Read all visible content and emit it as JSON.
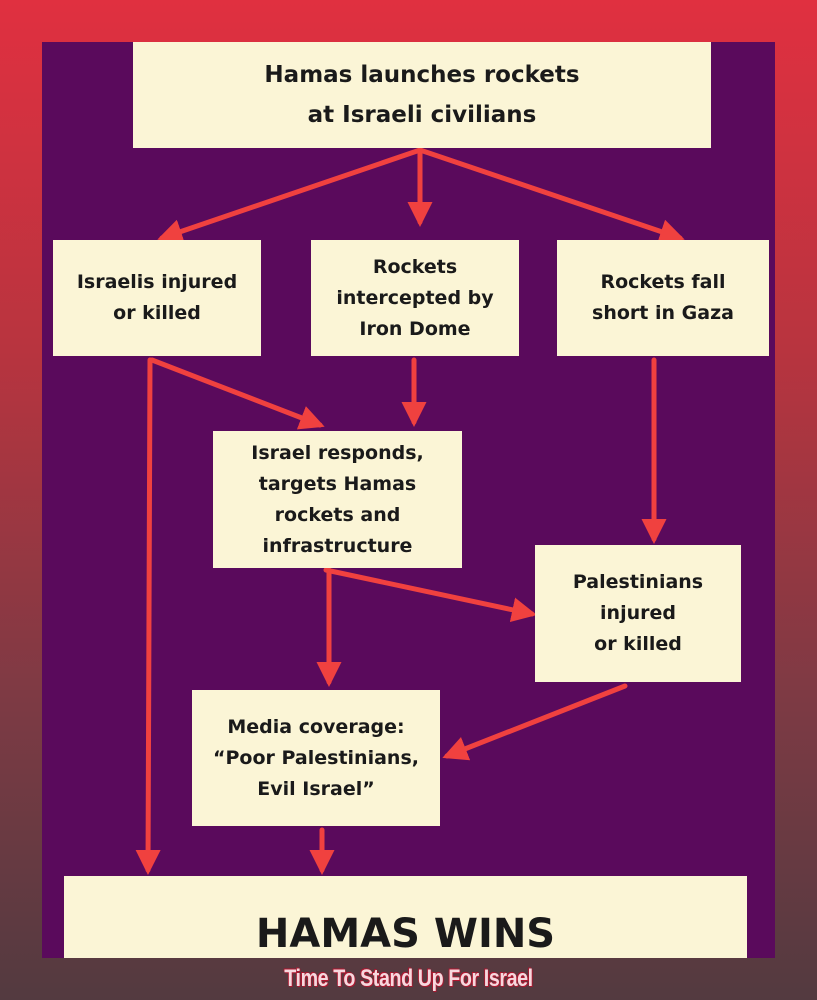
{
  "diagram": {
    "colors": {
      "panel": "#5a0a5c",
      "box": "#fbf5d6",
      "arrow": "#f0413f",
      "text": "#1a1a1a"
    },
    "nodes": {
      "top": "Hamas launches rockets\nat Israeli civilians",
      "injured": "Israelis injured\nor killed",
      "intercepted": "Rockets\nintercepted by\nIron Dome",
      "fall_short": "Rockets fall\nshort in Gaza",
      "responds": "Israel responds,\ntargets Hamas\nrockets and\ninfrastructure",
      "palestinians": "Palestinians\ninjured\nor killed",
      "media": "Media coverage:\n“Poor Palestinians,\nEvil Israel”",
      "wins": "HAMAS WINS"
    }
  },
  "caption": "Time To Stand Up For Israel"
}
